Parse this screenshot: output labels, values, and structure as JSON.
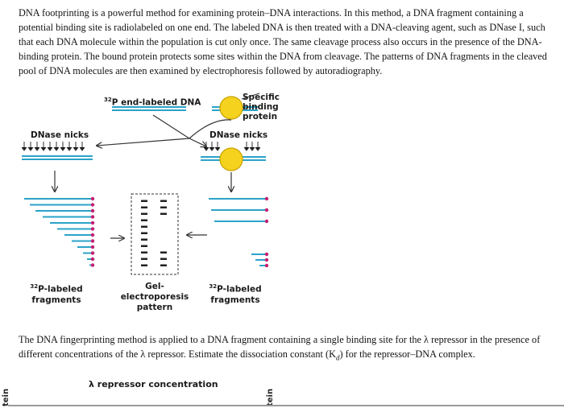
{
  "intro_paragraph": "DNA footprinting is a powerful method for examining protein–DNA interactions. In this method, a DNA fragment containing a potential binding site is radiolabeled on one end. The labeled DNA is then treated with a DNA-cleaving agent, such as DNase I, such that each DNA molecule within the population is cut only once. The same cleavage process also occurs in the presence of the DNA-binding protein. The bound protein protects some sites within the DNA from cleavage. The patterns of DNA fragments in the cleaved pool of DNA molecules are then examined by electrophoresis followed by autoradiography.",
  "figure": {
    "top_label_sup": "32",
    "top_label": "P end-labeled DNA",
    "protein_label": "Specific binding protein",
    "nicks_left": "DNase nicks",
    "nicks_right": "DNase nicks",
    "fragments_left_sup": "32",
    "fragments_left": "P-labeled fragments",
    "gel_label": "Gel-electroporesis pattern",
    "fragments_right_sup": "32",
    "fragments_right": "P-labeled fragments",
    "colors": {
      "dna": "#2ba3c9",
      "label_dot": "#c41e72",
      "protein": "#f5d21e",
      "protein_edge": "#c9a100",
      "arrow": "#333333"
    }
  },
  "question_paragraph": "The DNA fingerprinting method is applied to a DNA fragment containing a single binding site for the λ repressor in the presence of different concentrations of the λ repressor. Estimate the dissociation constant (K",
  "question_sub": "d",
  "question_tail": ") for the repressor–DNA complex.",
  "table_header": "λ repressor concentration",
  "cut_left_label": "tein",
  "cut_right_label": "tein"
}
